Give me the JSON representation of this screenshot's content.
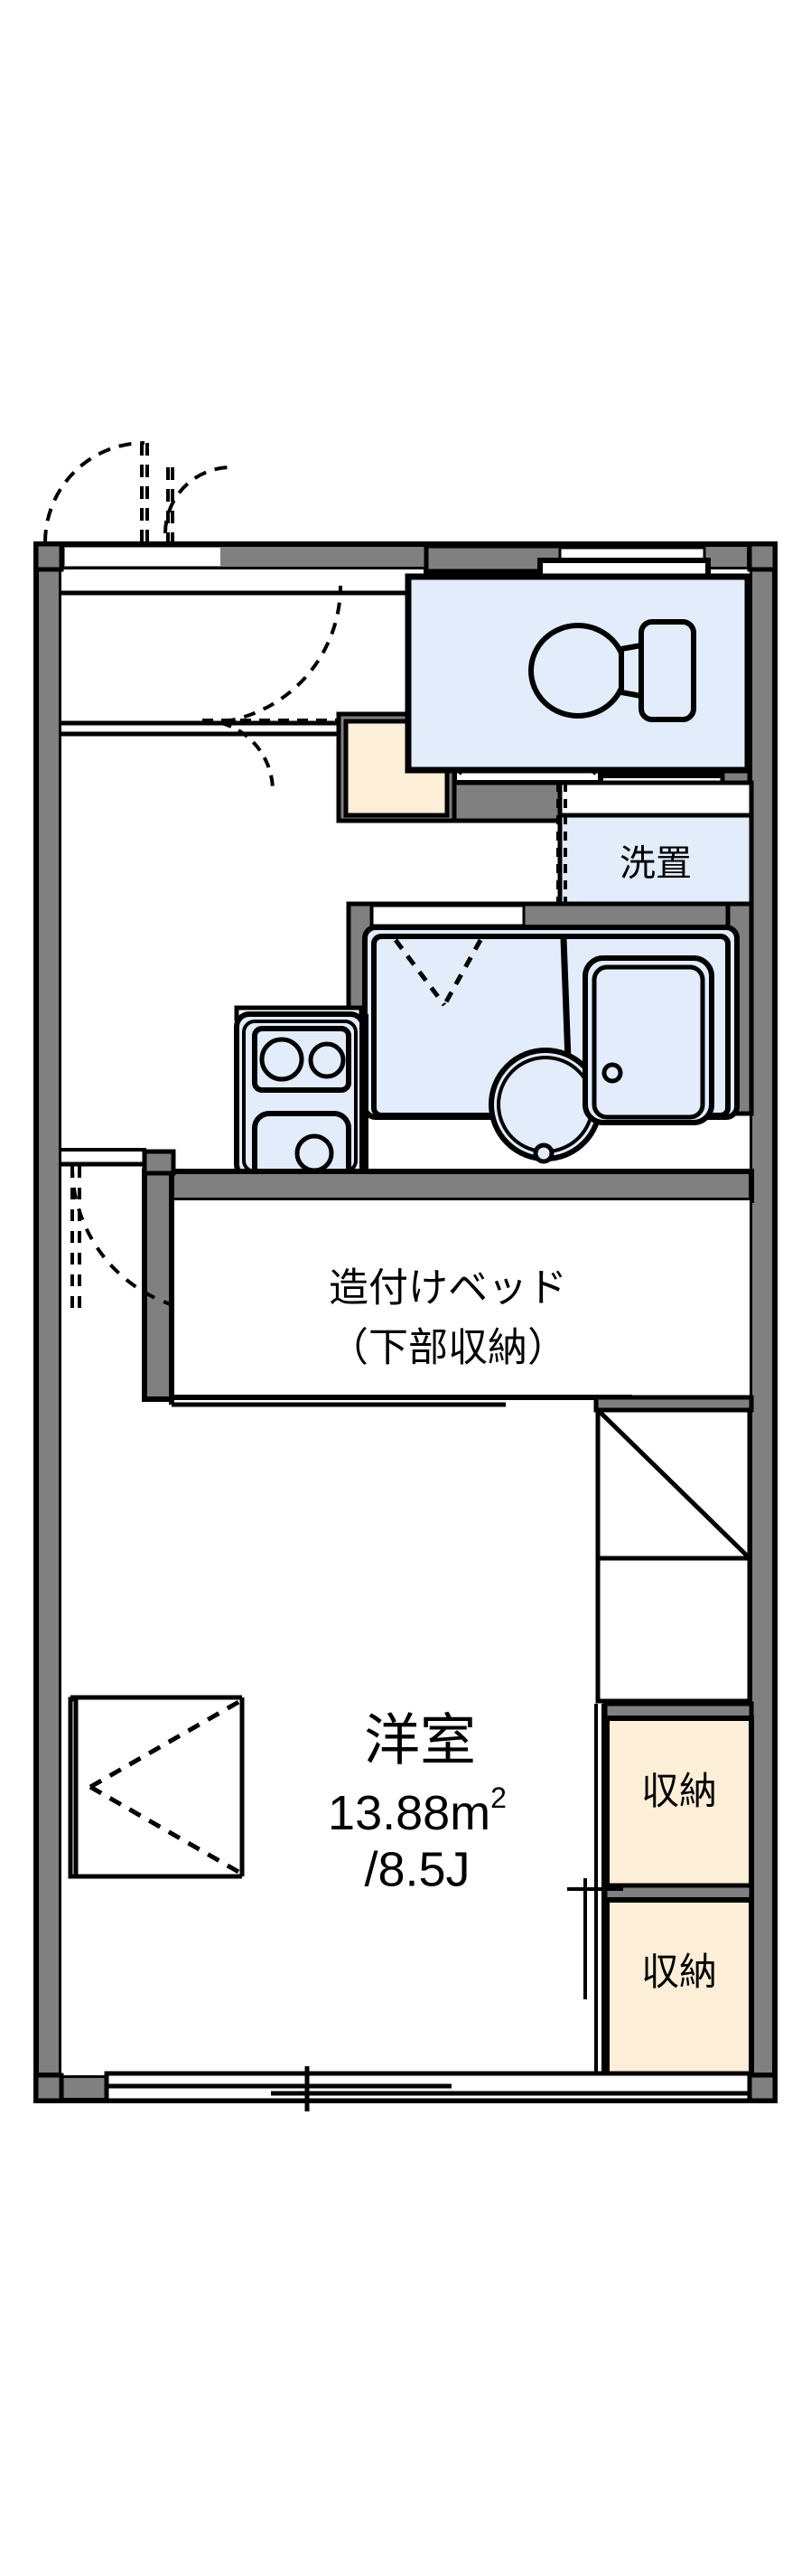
{
  "document": {
    "type": "floor-plan",
    "unit_layout": "1K",
    "background_color": "#ffffff"
  },
  "palette": {
    "wall_fill": "#808080",
    "wall_stroke": "#000000",
    "water_fill": "#e2ecfb",
    "storage_fill": "#fdeed8",
    "line": "#000000",
    "thin_line": "#000000"
  },
  "rooms": [
    {
      "id": "main-room",
      "name_label": "洋室",
      "area_label": "13.88m²",
      "area_sup": "2",
      "area_base": "13.88m",
      "tatami_label": "/8.5J"
    },
    {
      "id": "built-in-bed",
      "line1": "造付けベッド",
      "line2": "（下部収納）"
    },
    {
      "id": "washer-space",
      "label": "洗置"
    },
    {
      "id": "closet-upper",
      "label": "収納"
    },
    {
      "id": "closet-lower",
      "label": "収納"
    }
  ],
  "fixtures": [
    {
      "id": "toilet",
      "name": "toilet-fixture"
    },
    {
      "id": "bathtub",
      "name": "bathtub-fixture"
    },
    {
      "id": "washbasin",
      "name": "washbasin-fixture"
    },
    {
      "id": "stove",
      "name": "stove-two-burner"
    },
    {
      "id": "kitchen-sink",
      "name": "kitchen-sink"
    },
    {
      "id": "entrance-door",
      "name": "entry-door-swing"
    },
    {
      "id": "shoe-box",
      "name": "shoe-cabinet"
    }
  ],
  "labels": {
    "main_room_name": "洋室",
    "main_room_area": "13.88m",
    "main_room_area_sup": "2",
    "main_room_tatami": "/8.5J",
    "bed_line1": "造付けベッド",
    "bed_line2": "（下部収納）",
    "washer": "洗置",
    "storage_upper": "収納",
    "storage_lower": "収納"
  }
}
